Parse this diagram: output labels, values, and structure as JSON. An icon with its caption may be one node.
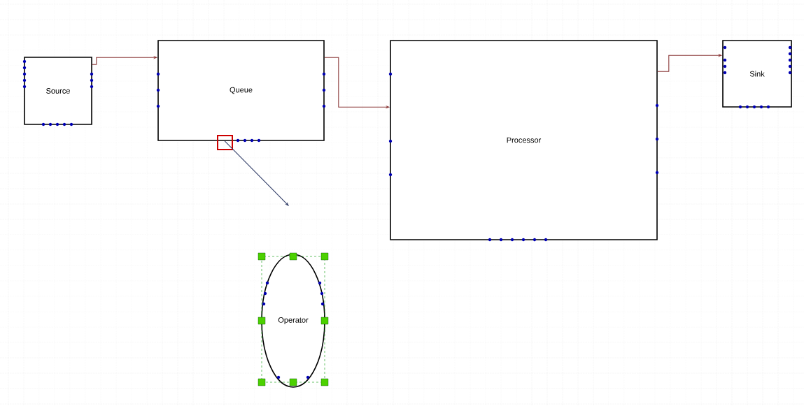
{
  "diagram": {
    "nodes": [
      {
        "text": [
          "Source"
        ]
      },
      {
        "text": [
          "Queue"
        ]
      },
      {
        "text": [
          "Processor"
        ]
      },
      {
        "text": [
          "Sink"
        ]
      },
      {
        "text": [
          "Operator"
        ]
      }
    ],
    "edges": [
      {
        "from": 0,
        "to": 1,
        "arrow": "to"
      },
      {
        "from": 1,
        "to": 2,
        "arrow": "to"
      },
      {
        "from": 2,
        "to": 3,
        "arrow": "to"
      },
      {
        "from": 1,
        "to": null,
        "arrow": "to",
        "color": "#34406a"
      }
    ]
  }
}
